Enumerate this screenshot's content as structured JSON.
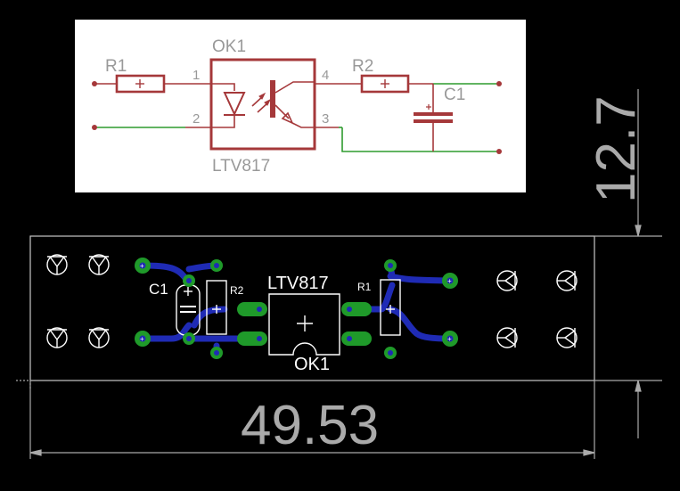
{
  "schematic": {
    "r1": "R1",
    "r2": "R2",
    "c1": "C1",
    "ok1": "OK1",
    "part": "LTV817",
    "pin1": "1",
    "pin2": "2",
    "pin3": "3",
    "pin4": "4"
  },
  "board": {
    "c1": "C1",
    "r2": "R2",
    "r1": "R1",
    "part": "LTV817",
    "ok1": "OK1"
  },
  "dimensions": {
    "width": "49.53",
    "height": "12.7"
  },
  "colors": {
    "schematic_bg": "#ffffff",
    "symbol": "#a5383a",
    "wire": "#2e9b2e",
    "pad": "#1f9a2a",
    "trace": "#1f2bb5",
    "outline": "#c8c8c8",
    "dimension": "#aaaaaa"
  }
}
